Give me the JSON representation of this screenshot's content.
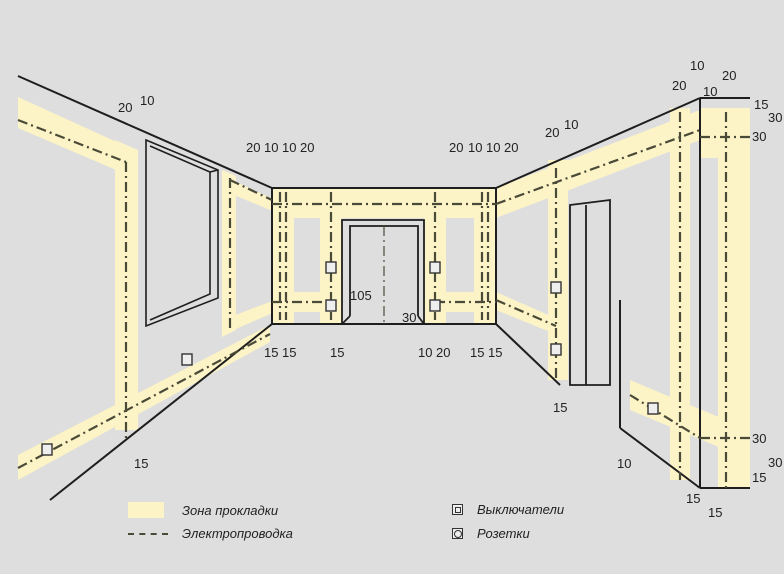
{
  "colors": {
    "background": "#dedede",
    "zone": "#fcf3c6",
    "wiring": "#4a4a38",
    "outline": "#1e1e1e"
  },
  "legend": {
    "zone_label": "Зона прокладки",
    "wiring_label": "Электропроводка",
    "switches_label": "Выключатели",
    "sockets_label": "Розетки"
  },
  "dimensions": {
    "left_wall_top": [
      "20",
      "10"
    ],
    "left_corner_top": [
      "20",
      "10",
      "10",
      "20"
    ],
    "right_corner_top": [
      "20",
      "10",
      "10",
      "20"
    ],
    "right_wall_top": [
      "20",
      "10"
    ],
    "far_right_top": [
      "10",
      "20",
      "20",
      "10"
    ],
    "far_right_side": [
      "15",
      "30",
      "30"
    ],
    "door_height": "105",
    "door_offset": "30",
    "left_corner_bottom": [
      "15",
      "15"
    ],
    "door_left_bottom": "15",
    "door_right_bottom": [
      "10",
      "20"
    ],
    "right_corner_bottom": [
      "15",
      "15"
    ],
    "right_door_bottom": "15",
    "left_wall_bottom": "15",
    "right_low_left": "10",
    "far_right_bottom": [
      "30",
      "30",
      "15"
    ],
    "far_right_floor": [
      "15",
      "15"
    ]
  }
}
